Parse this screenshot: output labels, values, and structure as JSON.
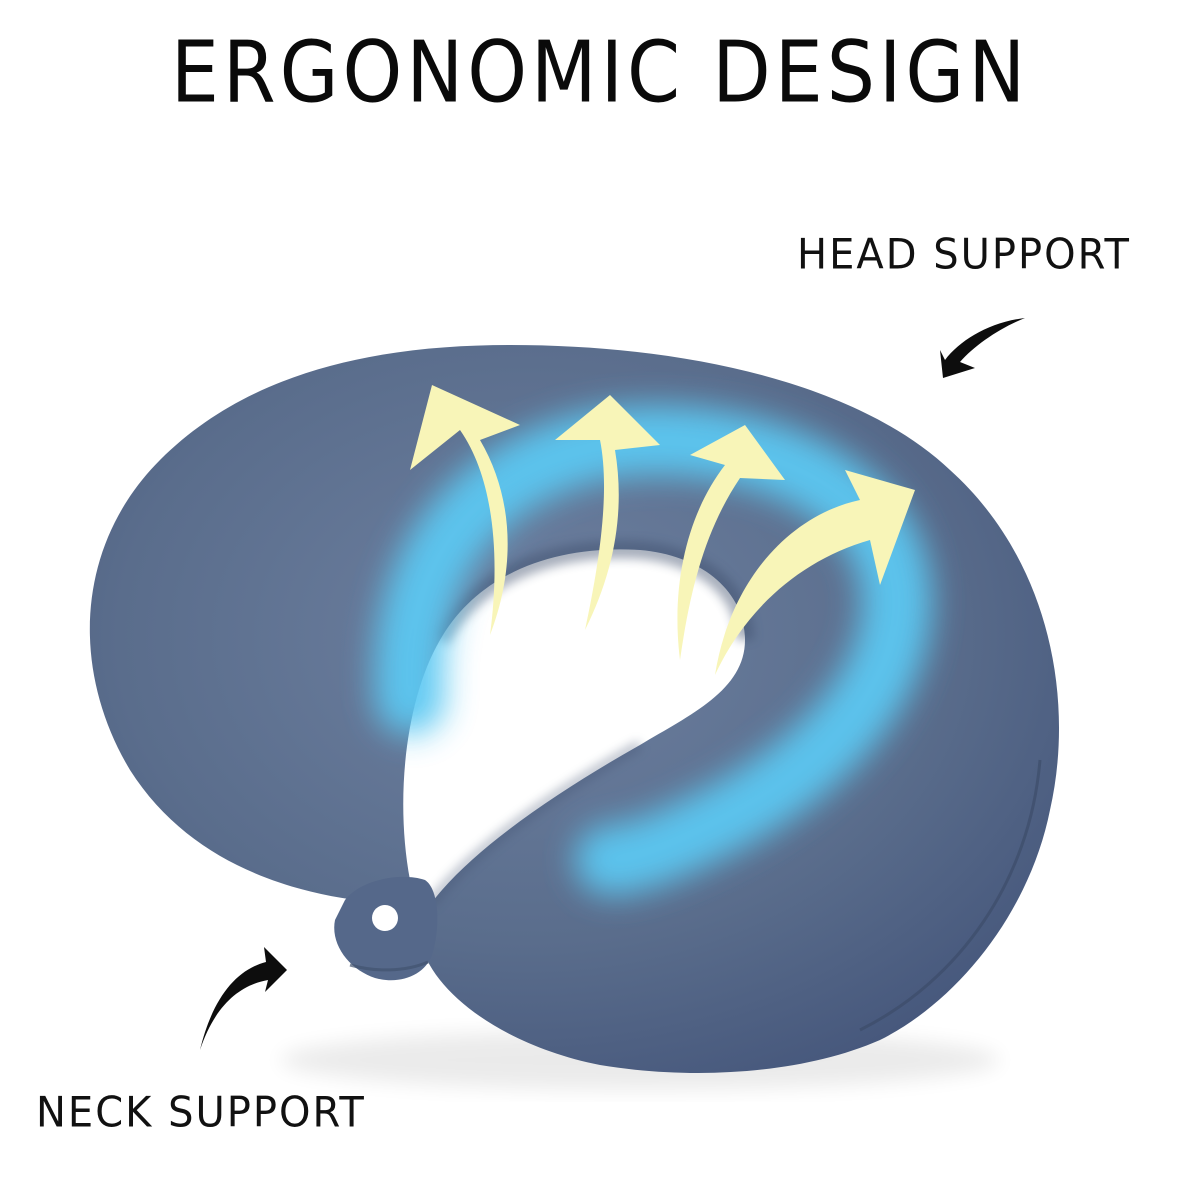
{
  "title": "ERGONOMIC DESIGN",
  "labels": {
    "head_support": "HEAD SUPPORT",
    "neck_support": "NECK SUPPORT"
  },
  "illustration": {
    "subject": "u-shaped-neck-pillow",
    "airflow_arrows": 4,
    "pointer_arrows": [
      "head-support-arrow",
      "neck-support-arrow"
    ]
  },
  "colors": {
    "background": "#ffffff",
    "text": "#0a0a0a",
    "pillow": "#5a6d8c",
    "pillow_shadow": "#3e4e6a",
    "glow": "#5cc8f2",
    "arrow_fill": "#f8f5b8",
    "pointer": "#0d0d0d"
  }
}
